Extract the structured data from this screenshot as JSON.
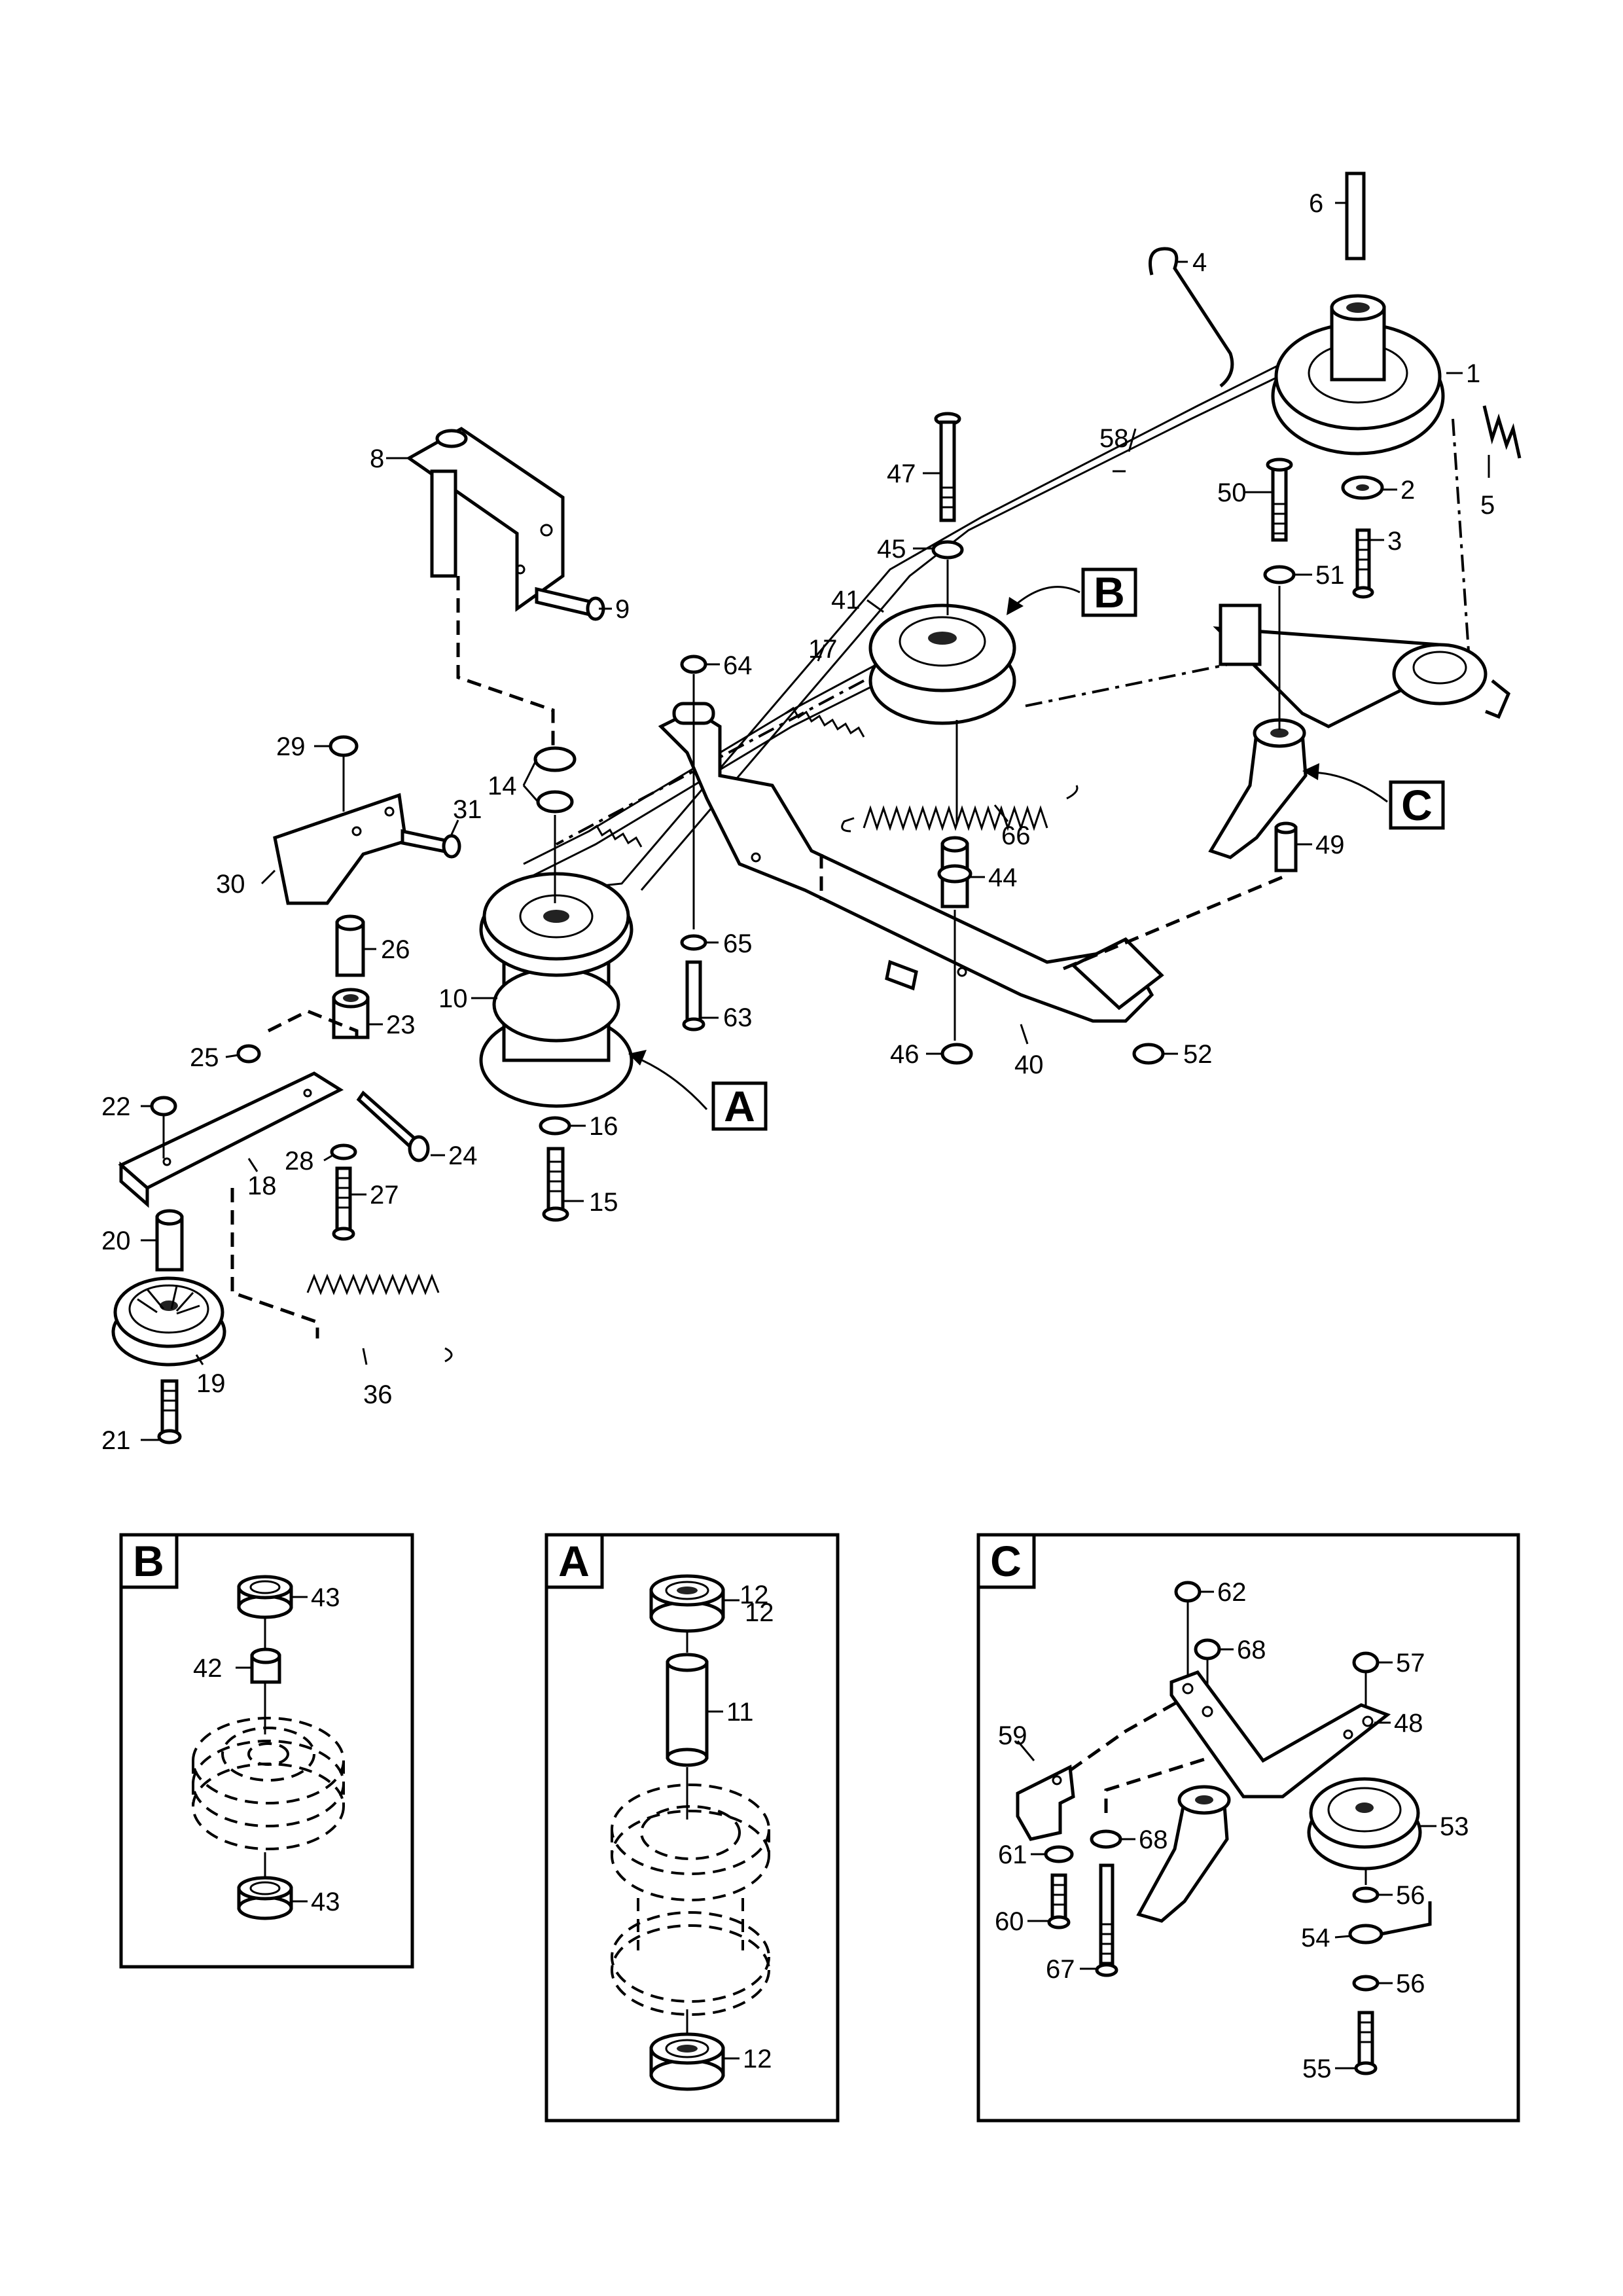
{
  "main": {
    "labels": {
      "l1": "1",
      "l2": "2",
      "l3": "3",
      "l4": "4",
      "l5": "5",
      "l6": "6",
      "l8": "8",
      "l9": "9",
      "l10": "10",
      "l14": "14",
      "l15": "15",
      "l16": "16",
      "l17": "17",
      "l18": "18",
      "l19": "19",
      "l20": "20",
      "l21": "21",
      "l22": "22",
      "l23": "23",
      "l24": "24",
      "l25": "25",
      "l26": "26",
      "l27": "27",
      "l28": "28",
      "l29": "29",
      "l30": "30",
      "l31": "31",
      "l36": "36",
      "l40": "40",
      "l41": "41",
      "l44": "44",
      "l45": "45",
      "l46": "46",
      "l47": "47",
      "l49": "49",
      "l50": "50",
      "l51": "51",
      "l52": "52",
      "l58": "58",
      "l63": "63",
      "l64": "64",
      "l65": "65",
      "l66": "66"
    },
    "callouts": {
      "A": "A",
      "B": "B",
      "C": "C"
    }
  },
  "detail_b": {
    "letter": "B",
    "labels": {
      "top43": "43",
      "l42": "42",
      "bottom43": "43"
    }
  },
  "detail_a": {
    "letter": "A",
    "labels": {
      "top12a": "12",
      "top12b": "12",
      "l11": "11",
      "bottom12": "12"
    }
  },
  "detail_c": {
    "letter": "C",
    "labels": {
      "l62": "62",
      "l68a": "68",
      "l57": "57",
      "l48": "48",
      "l59": "59",
      "l68b": "68",
      "l53": "53",
      "l61": "61",
      "l56a": "56",
      "l54": "54",
      "l60": "60",
      "l56b": "56",
      "l67": "67",
      "l55": "55"
    }
  }
}
